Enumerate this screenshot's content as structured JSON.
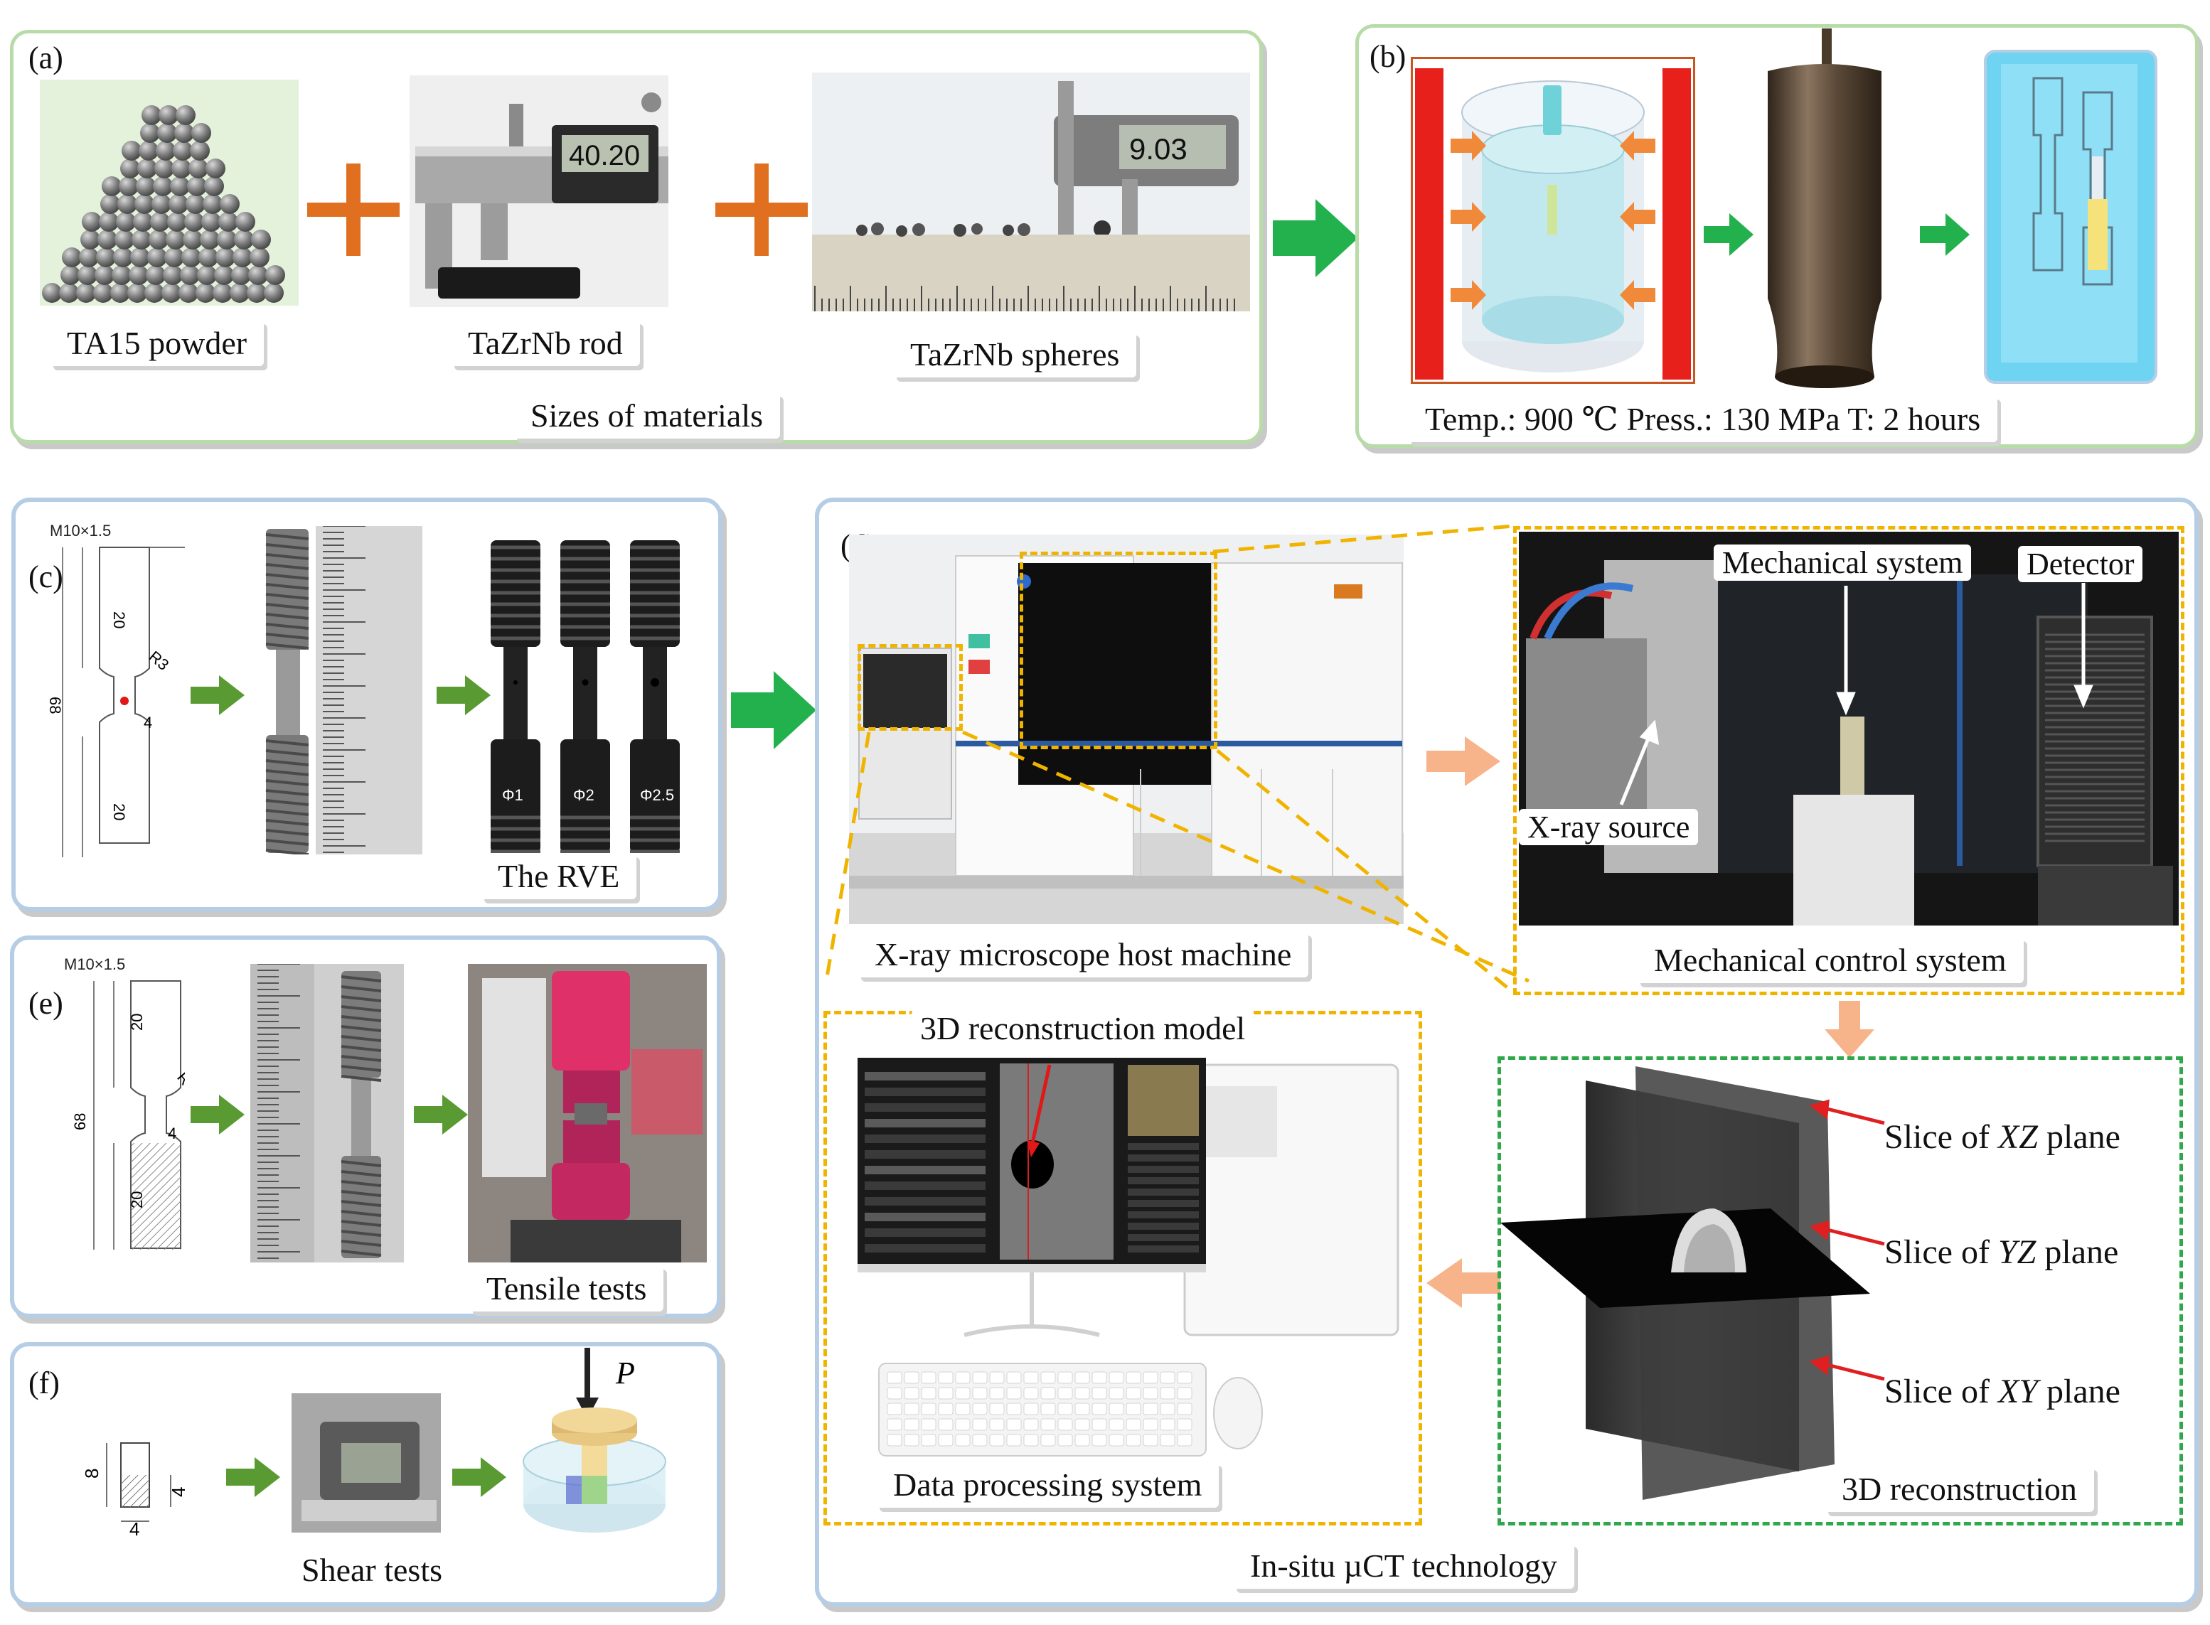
{
  "panels": {
    "a": {
      "label": "(a)",
      "captions": {
        "powder": "TA15 powder",
        "rod": "TaZrNb rod",
        "spheres": "TaZrNb spheres",
        "sizes": "Sizes of materials"
      },
      "caliper_readouts": {
        "rod": "40.20",
        "spheres": "9.03"
      }
    },
    "b": {
      "label": "(b)",
      "caption": "Temp.: 900 ℃ Press.: 130 MPa T: 2 hours"
    },
    "c": {
      "label": "(c)",
      "drawing": {
        "thread": "M10×1.5",
        "dim_top": "20",
        "dim_total": "68",
        "dim_neck": "4",
        "radius": "R3",
        "dim_bottom": "20"
      },
      "hole_labels": [
        "Φ1",
        "Φ2",
        "Φ2.5"
      ],
      "caption": "The RVE"
    },
    "d": {
      "label": "(d)",
      "captions": {
        "host": "X-ray microscope host machine",
        "mechanical_system": "Mechanical system",
        "detector": "Detector",
        "xray_source": "X-ray source",
        "control": "Mechanical control system",
        "reconstruction_model": "3D reconstruction model",
        "data_processing": "Data processing system",
        "reconstruction": "3D reconstruction",
        "technology": "In-situ µCT technology"
      },
      "slices": [
        {
          "prefix": "Slice of ",
          "plane": "XZ",
          "suffix": " plane"
        },
        {
          "prefix": "Slice of ",
          "plane": "YZ",
          "suffix": " plane"
        },
        {
          "prefix": "Slice of ",
          "plane": "XY",
          "suffix": " plane"
        }
      ]
    },
    "e": {
      "label": "(e)",
      "drawing": {
        "thread": "M10×1.5",
        "dim_top": "20",
        "dim_total": "68",
        "dim_neck": "4",
        "radius": "R3",
        "dim_bottom": "20"
      },
      "caption": "Tensile tests"
    },
    "f": {
      "label": "(f)",
      "drawing": {
        "height": "8",
        "width": "4",
        "side": "4"
      },
      "load": "P",
      "caption": "Shear tests"
    }
  },
  "colors": {
    "panel_green": "#b8dca8",
    "panel_blue": "#b6cde6",
    "arrow_green": "#22b14c",
    "arrow_dark_green": "#5a9a32",
    "arrow_salmon": "#f7b48a",
    "plus_orange": "#e07020",
    "dash_yellow": "#f0b400",
    "dash_green": "#2ea84b",
    "heater_red": "#e8201c"
  }
}
